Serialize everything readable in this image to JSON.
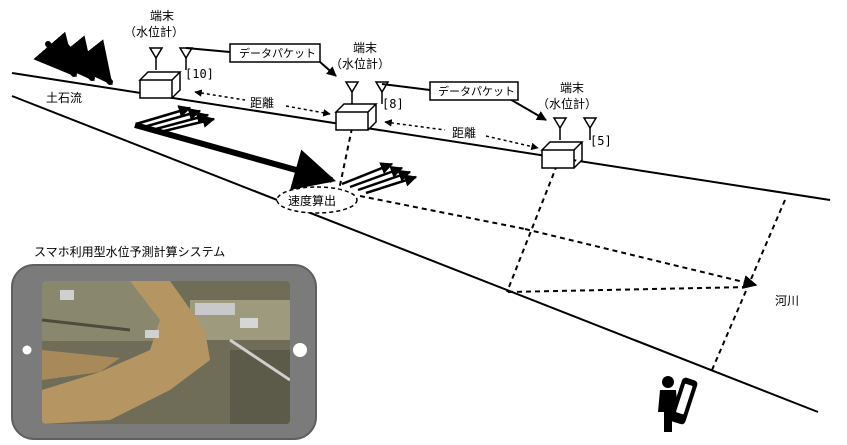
{
  "labels": {
    "debris_flow": "土石流",
    "terminal_title": "端末",
    "terminal_subtitle": "（水位計）",
    "data_packet": "データパケット",
    "distance": "距離",
    "speed_calc": "速度算出",
    "river": "河川",
    "system_title": "スマホ利用型水位予測計算システム"
  },
  "terminals": [
    {
      "id": "[10]"
    },
    {
      "id": "[8]"
    },
    {
      "id": "[5]"
    }
  ],
  "colors": {
    "ink": "#000000",
    "phone_body": "#7b7b7b",
    "phone_bezel": "#5f5f5f",
    "river_mud": "#b59663",
    "terrain": "#6f6c58",
    "terrain_light": "#9d9a7e",
    "packet_box": "#ffffff"
  },
  "icons": {
    "antenna": "antenna-icon",
    "phone_user": "person-with-phone-icon",
    "arrow": "flow-arrow-icon"
  }
}
